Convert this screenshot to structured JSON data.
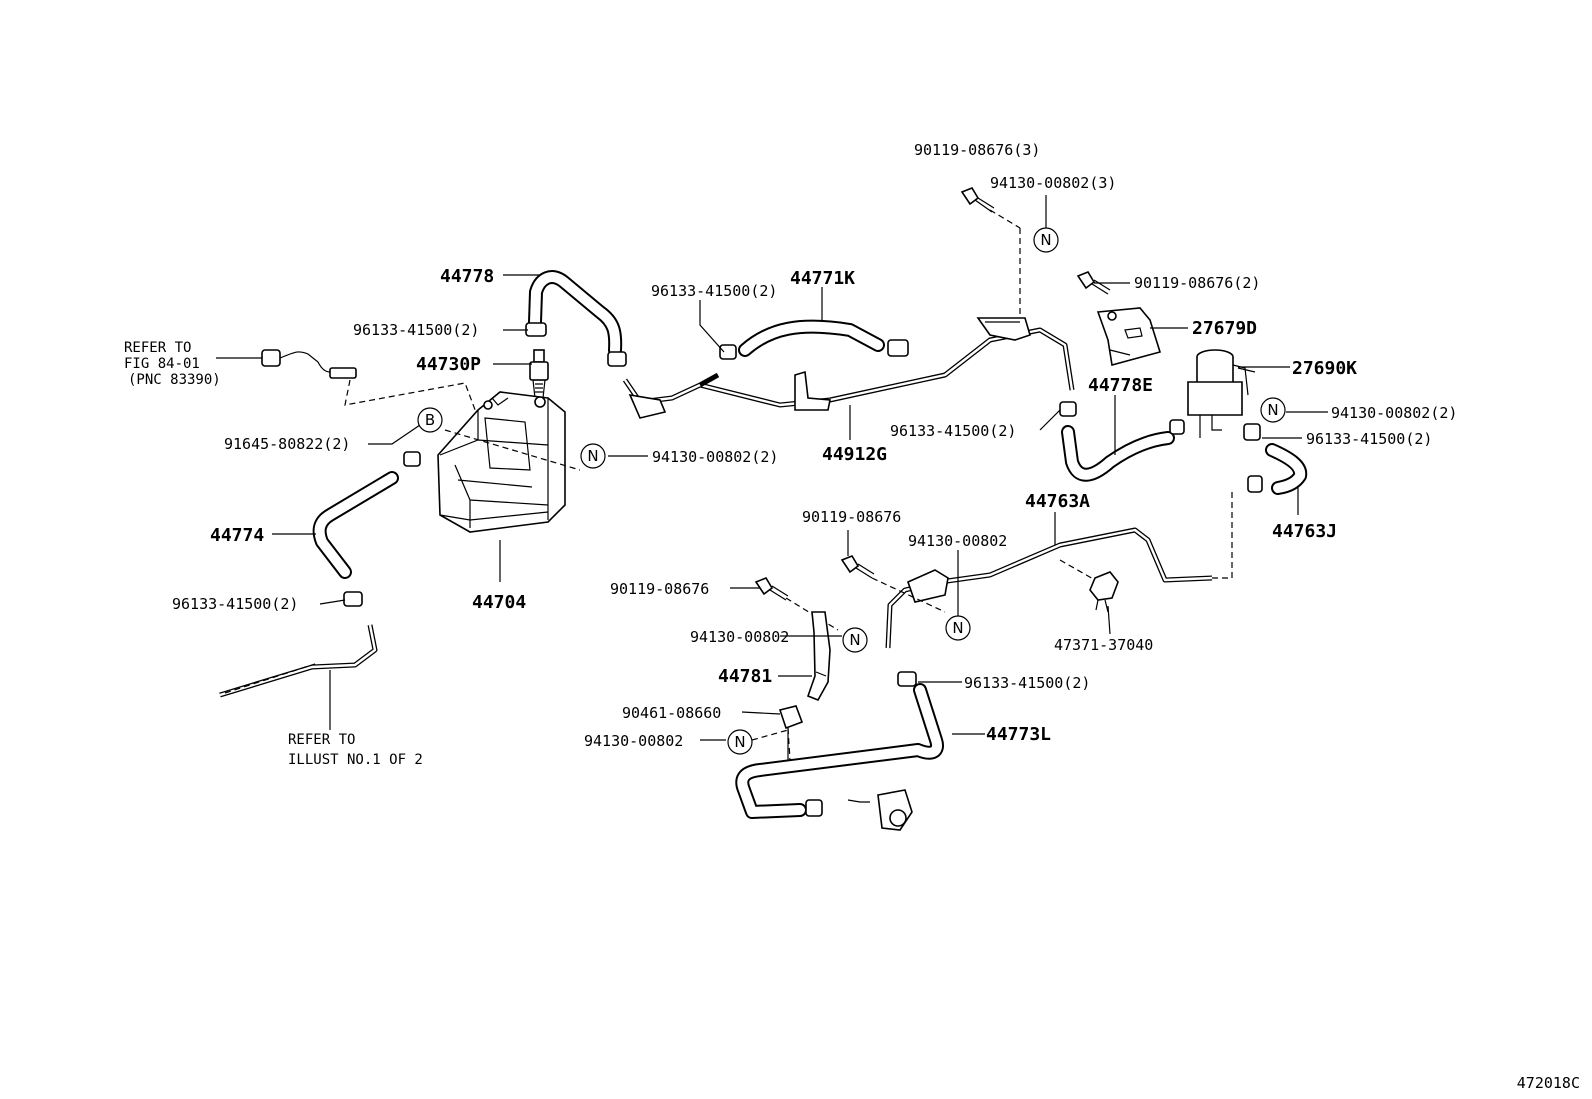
{
  "diagram_id": "472018C",
  "notes": {
    "refer_fig": [
      "REFER TO",
      "FIG 84-01",
      "(PNC 83390)"
    ],
    "refer_illust": [
      "REFER TO",
      "ILLUST NO.1 OF 2"
    ]
  },
  "symbols": {
    "n": "N",
    "b": "B"
  },
  "parts": {
    "p44778": "44778",
    "p96133_a": "96133-41500(2)",
    "p44730P": "44730P",
    "p91645": "91645-80822(2)",
    "p44774": "44774",
    "p96133_b": "96133-41500(2)",
    "p44704": "44704",
    "p94130_a": "94130-00802(2)",
    "p96133_c": "96133-41500(2)",
    "p44771K": "44771K",
    "p44912G": "44912G",
    "p90119_a": "90119-08676(3)",
    "p94130_b": "94130-00802(3)",
    "p90119_b": "90119-08676(2)",
    "p27679D": "27679D",
    "p27690K": "27690K",
    "p44778E": "44778E",
    "p96133_d": "96133-41500(2)",
    "p94130_c": "94130-00802(2)",
    "p96133_e": "96133-41500(2)",
    "p44763J": "44763J",
    "p44763A": "44763A",
    "p90119_c": "90119-08676",
    "p94130_d": "94130-00802",
    "p47371": "47371-37040",
    "p90119_d": "90119-08676",
    "p94130_e": "94130-00802",
    "p44781": "44781",
    "p96133_f": "96133-41500(2)",
    "p90461": "90461-08660",
    "p94130_f": "94130-00802",
    "p44773L": "44773L"
  }
}
